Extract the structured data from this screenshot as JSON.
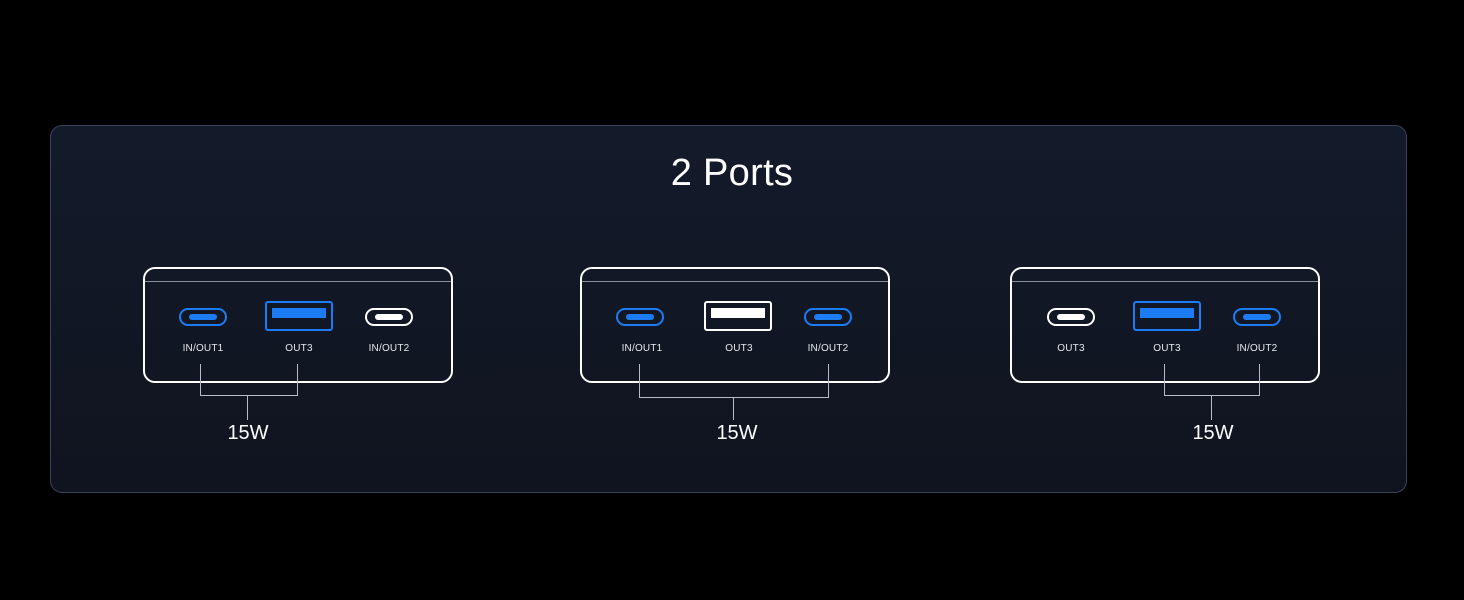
{
  "title": "2 Ports",
  "colors": {
    "active": "#1c7cf5",
    "inactive": "#ffffff",
    "background": "#000000"
  },
  "configs": [
    {
      "ports": [
        {
          "label": "IN/OUT1",
          "type": "usb-c",
          "active": true
        },
        {
          "label": "OUT3",
          "type": "usb-a",
          "active": true
        },
        {
          "label": "IN/OUT2",
          "type": "usb-c",
          "active": false
        }
      ],
      "power": "15W"
    },
    {
      "ports": [
        {
          "label": "IN/OUT1",
          "type": "usb-c",
          "active": true
        },
        {
          "label": "OUT3",
          "type": "usb-a",
          "active": false
        },
        {
          "label": "IN/OUT2",
          "type": "usb-c",
          "active": true
        }
      ],
      "power": "15W"
    },
    {
      "ports": [
        {
          "label": "OUT3",
          "type": "usb-c",
          "active": false
        },
        {
          "label": "OUT3",
          "type": "usb-a",
          "active": true
        },
        {
          "label": "IN/OUT2",
          "type": "usb-c",
          "active": true
        }
      ],
      "power": "15W"
    }
  ]
}
